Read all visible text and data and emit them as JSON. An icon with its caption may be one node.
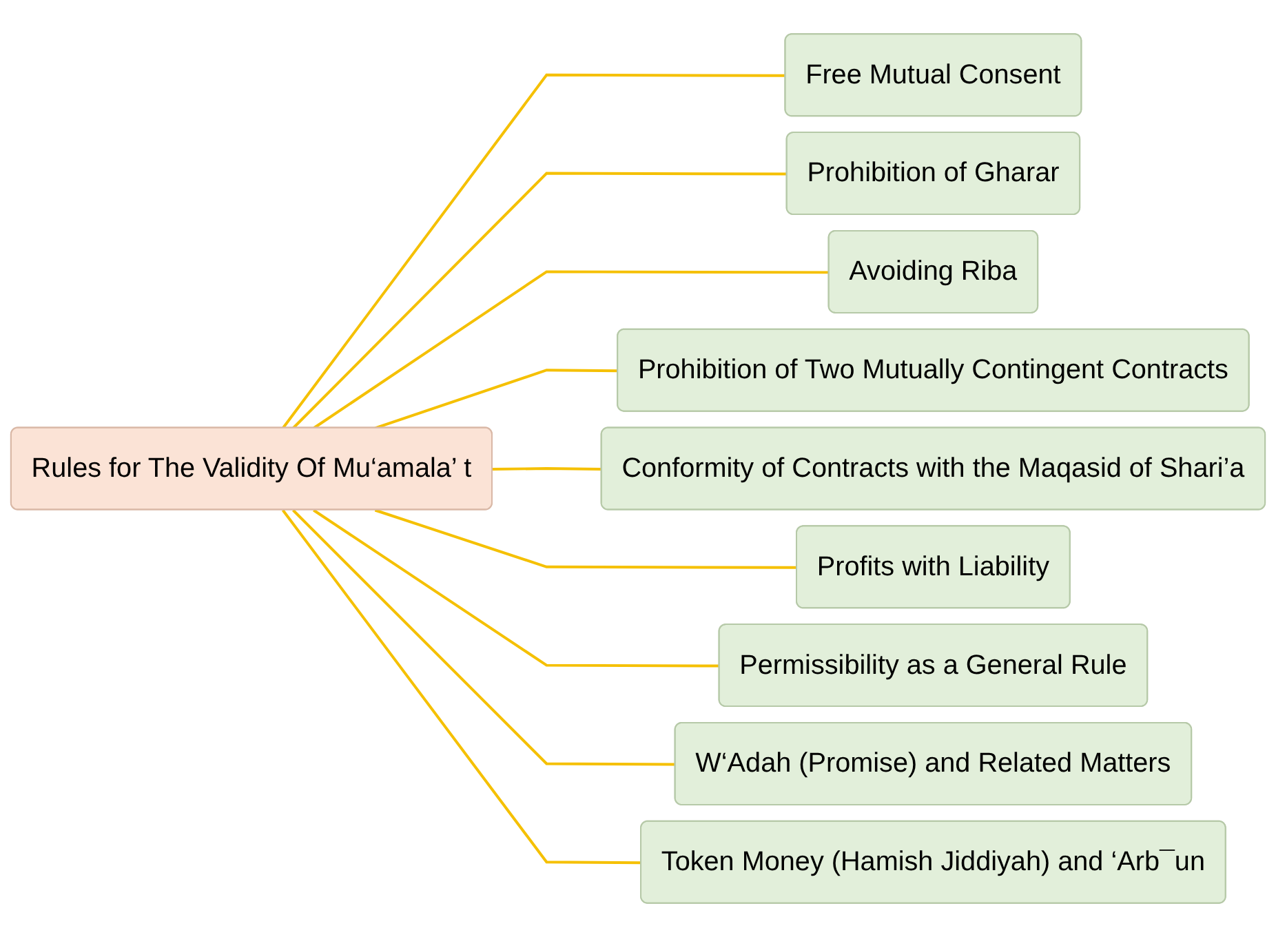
{
  "diagram": {
    "nodes": [
      {
        "text": [
          "Rules for The Validity Of Mu‘amala’ t"
        ]
      },
      {
        "text": [
          "Free Mutual Consent"
        ]
      },
      {
        "text": [
          "Prohibition of Gharar"
        ]
      },
      {
        "text": [
          "Avoiding Riba"
        ]
      },
      {
        "text": [
          "Prohibition of Two Mutually Contingent Contracts"
        ]
      },
      {
        "text": [
          "Conformity of Contracts with the Maqasid of Shari’a"
        ]
      },
      {
        "text": [
          "Profits with Liability"
        ]
      },
      {
        "text": [
          "Permissibility as a General Rule"
        ]
      },
      {
        "text": [
          "W‘Adah (Promise) and Related Matters"
        ]
      },
      {
        "text": [
          "Token Money (Hamish Jiddiyah) and ‘Arb¯un"
        ]
      }
    ],
    "edges": [
      {
        "from": 0,
        "to": 1,
        "arrow": "none"
      },
      {
        "from": 0,
        "to": 2,
        "arrow": "none"
      },
      {
        "from": 0,
        "to": 3,
        "arrow": "none"
      },
      {
        "from": 0,
        "to": 4,
        "arrow": "none"
      },
      {
        "from": 0,
        "to": 5,
        "arrow": "none"
      },
      {
        "from": 0,
        "to": 6,
        "arrow": "none"
      },
      {
        "from": 0,
        "to": 7,
        "arrow": "none"
      },
      {
        "from": 0,
        "to": 8,
        "arrow": "none"
      },
      {
        "from": 0,
        "to": 9,
        "arrow": "none"
      }
    ]
  }
}
